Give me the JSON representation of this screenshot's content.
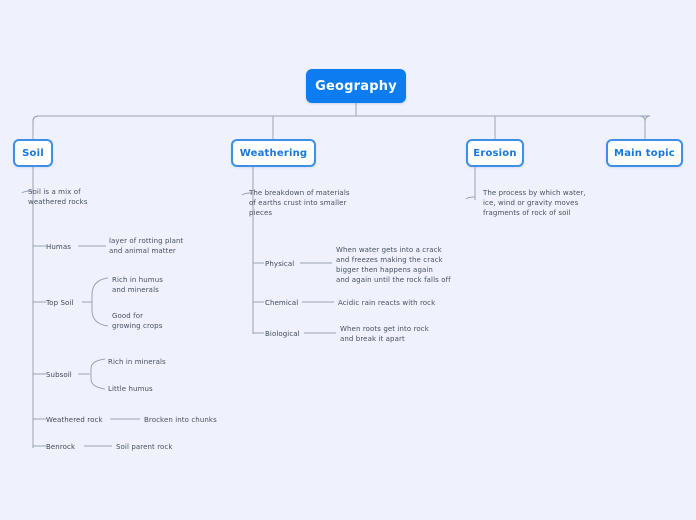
{
  "theme": {
    "background": "#eff2fd",
    "accent": "#0c7cf0",
    "node_border": "#3c90e8",
    "node_text": "#1677e0",
    "body_text": "#474f5e",
    "link": "#9aa3b4"
  },
  "mindmap": {
    "root": {
      "label": "Geography"
    },
    "branches": [
      {
        "label": "Soil",
        "description": "Soil is a mix of\nweathered rocks",
        "children": [
          {
            "label": "Humas",
            "details": [
              "layer of rotting plant\nand animal matter"
            ]
          },
          {
            "label": "Top Soil",
            "details": [
              "Rich in humus\nand minerals",
              "Good for\ngrowing crops"
            ]
          },
          {
            "label": "Subsoil",
            "details": [
              "Rich in minerals",
              "Little humus"
            ]
          },
          {
            "label": "Weathered rock",
            "details": [
              "Brocken into chunks"
            ]
          },
          {
            "label": "Benrock",
            "details": [
              "Soil parent rock"
            ]
          }
        ]
      },
      {
        "label": "Weathering",
        "description": "The breakdown of materials\nof earths crust into smaller\npieces",
        "children": [
          {
            "label": "Physical",
            "details": [
              "When water gets into a crack\nand freezes making the crack\nbigger then happens again\nand again until the rock falls off"
            ]
          },
          {
            "label": "Chemical",
            "details": [
              "Acidic rain reacts with rock"
            ]
          },
          {
            "label": "Biological",
            "details": [
              "When roots get into rock\nand break it apart"
            ]
          }
        ]
      },
      {
        "label": "Erosion",
        "description": "The process by which water,\nice, wind or gravity moves\nfragments of rock of soil",
        "children": []
      },
      {
        "label": "Main topic",
        "description": "",
        "children": []
      }
    ]
  }
}
